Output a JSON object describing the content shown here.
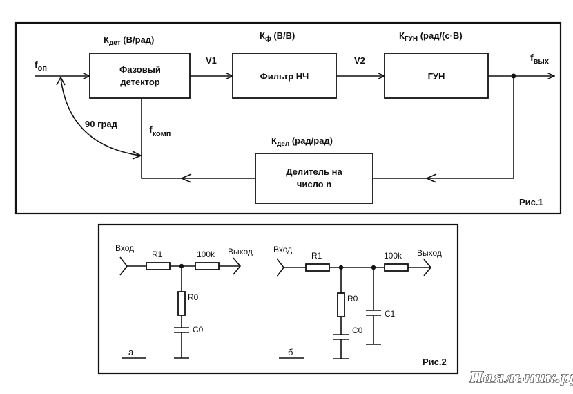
{
  "fig1": {
    "label": "Рис.1",
    "blocks": {
      "phase_detector": {
        "line1": "Фазовый",
        "line2": "детектор"
      },
      "lpf": "Фильтр НЧ",
      "vco": "ГУН",
      "divider": {
        "line1": "Делитель на",
        "line2": "число n"
      }
    },
    "gains": {
      "k_det": {
        "sym": "К",
        "sub": "дет",
        "unit": "(В/рад)"
      },
      "k_f": {
        "sym": "К",
        "sub": "ф",
        "unit": "(В/В)"
      },
      "k_vco": {
        "sym": "К",
        "sub": "ГУН",
        "unit": "(рад/(с·В)"
      },
      "k_div": {
        "sym": "К",
        "sub": "дел",
        "unit": "(рад/рад)"
      }
    },
    "signals": {
      "f_in": {
        "sym": "f",
        "sub": "оп"
      },
      "f_out": {
        "sym": "f",
        "sub": "вых"
      },
      "f_comp": {
        "sym": "f",
        "sub": "комп"
      },
      "v1": "V1",
      "v2": "V2",
      "angle": "90 град"
    }
  },
  "fig2": {
    "label": "Рис.2",
    "circuit_a": {
      "tag": "а",
      "input": "Вход",
      "output": "Выход",
      "r1": "R1",
      "r_series": "100k",
      "r0": "R0",
      "c0": "C0"
    },
    "circuit_b": {
      "tag": "б",
      "input": "Вход",
      "output": "Выход",
      "r1": "R1",
      "r_series": "100k",
      "r0": "R0",
      "c0": "C0",
      "c1": "C1"
    }
  },
  "watermark": "Паяльник.ру"
}
